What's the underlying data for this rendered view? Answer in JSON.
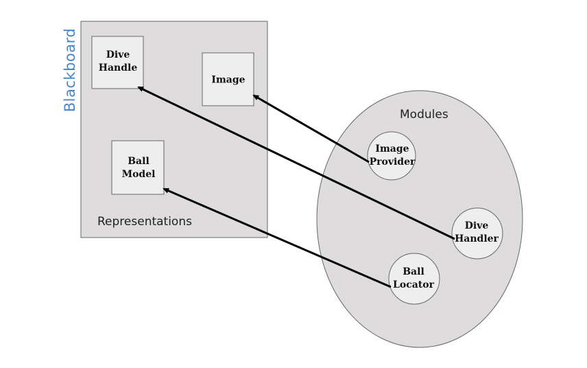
{
  "blackboard": {
    "title": "Blackboard",
    "section_label": "Representations",
    "representations": [
      {
        "id": "dive-handle",
        "lines": [
          "Dive",
          "Handle"
        ]
      },
      {
        "id": "image",
        "lines": [
          "Image"
        ]
      },
      {
        "id": "ball-model",
        "lines": [
          "Ball",
          "Model"
        ]
      }
    ]
  },
  "modules": {
    "title": "Modules",
    "items": [
      {
        "id": "image-provider",
        "lines": [
          "Image",
          "Provider"
        ]
      },
      {
        "id": "dive-handler",
        "lines": [
          "Dive",
          "Handler"
        ]
      },
      {
        "id": "ball-locator",
        "lines": [
          "Ball",
          "Locator"
        ]
      }
    ]
  },
  "connections": [
    {
      "from": "image-provider",
      "to": "image"
    },
    {
      "from": "dive-handler",
      "to": "dive-handle"
    },
    {
      "from": "ball-locator",
      "to": "ball-model"
    }
  ],
  "colors": {
    "container_fill": "#dedcdd",
    "box_fill": "#efeeef",
    "outline": "#666666",
    "arrow": "#000000",
    "blackboard_title": "#4a86c5"
  }
}
